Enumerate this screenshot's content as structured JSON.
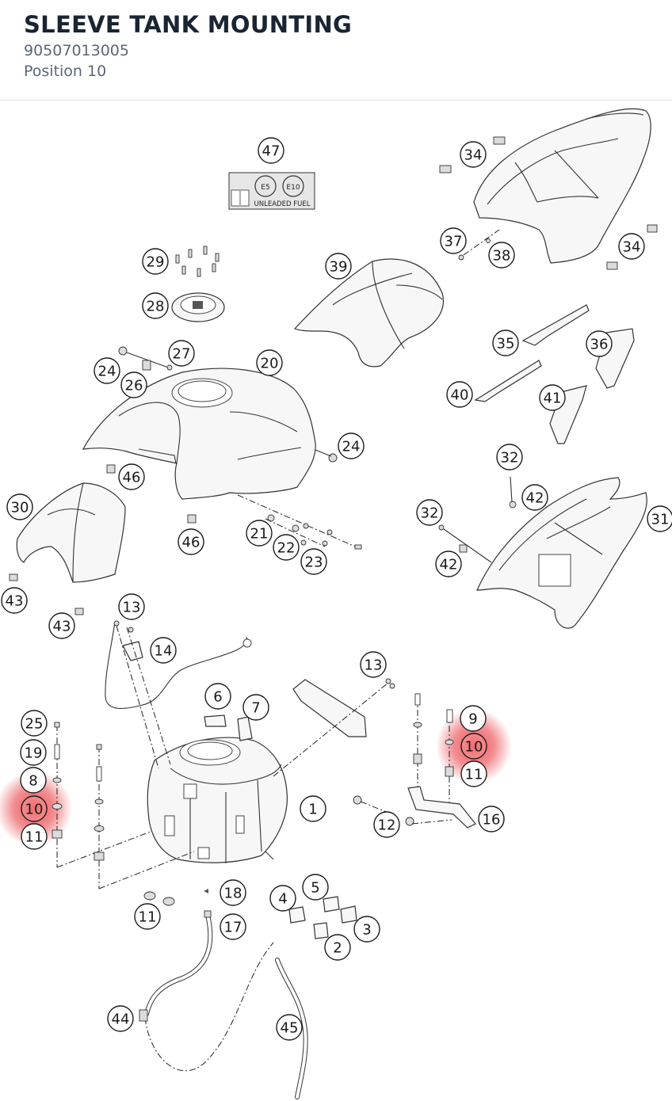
{
  "header": {
    "title": "SLEEVE TANK MOUNTING",
    "part_number": "90507013005",
    "position": "Position 10"
  },
  "highlight_color": "#e8343a",
  "decal": {
    "badge_e5": "E5",
    "badge_e10": "E10",
    "caption": "UNLEADED FUEL"
  },
  "callouts": [
    {
      "num": "47",
      "highlighted": false
    },
    {
      "num": "34",
      "highlighted": false
    },
    {
      "num": "34",
      "highlighted": false
    },
    {
      "num": "29",
      "highlighted": false
    },
    {
      "num": "39",
      "highlighted": false
    },
    {
      "num": "37",
      "highlighted": false
    },
    {
      "num": "38",
      "highlighted": false
    },
    {
      "num": "28",
      "highlighted": false
    },
    {
      "num": "35",
      "highlighted": false
    },
    {
      "num": "36",
      "highlighted": false
    },
    {
      "num": "27",
      "highlighted": false
    },
    {
      "num": "24",
      "highlighted": false
    },
    {
      "num": "26",
      "highlighted": false
    },
    {
      "num": "20",
      "highlighted": false
    },
    {
      "num": "40",
      "highlighted": false
    },
    {
      "num": "41",
      "highlighted": false
    },
    {
      "num": "24",
      "highlighted": false
    },
    {
      "num": "32",
      "highlighted": false
    },
    {
      "num": "46",
      "highlighted": false
    },
    {
      "num": "42",
      "highlighted": false
    },
    {
      "num": "30",
      "highlighted": false
    },
    {
      "num": "32",
      "highlighted": false
    },
    {
      "num": "31",
      "highlighted": false
    },
    {
      "num": "21",
      "highlighted": false
    },
    {
      "num": "46",
      "highlighted": false
    },
    {
      "num": "22",
      "highlighted": false
    },
    {
      "num": "42",
      "highlighted": false
    },
    {
      "num": "23",
      "highlighted": false
    },
    {
      "num": "43",
      "highlighted": false
    },
    {
      "num": "13",
      "highlighted": false
    },
    {
      "num": "43",
      "highlighted": false
    },
    {
      "num": "14",
      "highlighted": false
    },
    {
      "num": "13",
      "highlighted": false
    },
    {
      "num": "6",
      "highlighted": false
    },
    {
      "num": "7",
      "highlighted": false
    },
    {
      "num": "9",
      "highlighted": false
    },
    {
      "num": "25",
      "highlighted": false
    },
    {
      "num": "10",
      "highlighted": true
    },
    {
      "num": "19",
      "highlighted": false
    },
    {
      "num": "11",
      "highlighted": false
    },
    {
      "num": "8",
      "highlighted": false
    },
    {
      "num": "1",
      "highlighted": false
    },
    {
      "num": "10",
      "highlighted": true
    },
    {
      "num": "16",
      "highlighted": false
    },
    {
      "num": "12",
      "highlighted": false
    },
    {
      "num": "11",
      "highlighted": false
    },
    {
      "num": "5",
      "highlighted": false
    },
    {
      "num": "18",
      "highlighted": false
    },
    {
      "num": "4",
      "highlighted": false
    },
    {
      "num": "11",
      "highlighted": false
    },
    {
      "num": "3",
      "highlighted": false
    },
    {
      "num": "17",
      "highlighted": false
    },
    {
      "num": "2",
      "highlighted": false
    },
    {
      "num": "44",
      "highlighted": false
    },
    {
      "num": "45",
      "highlighted": false
    }
  ]
}
